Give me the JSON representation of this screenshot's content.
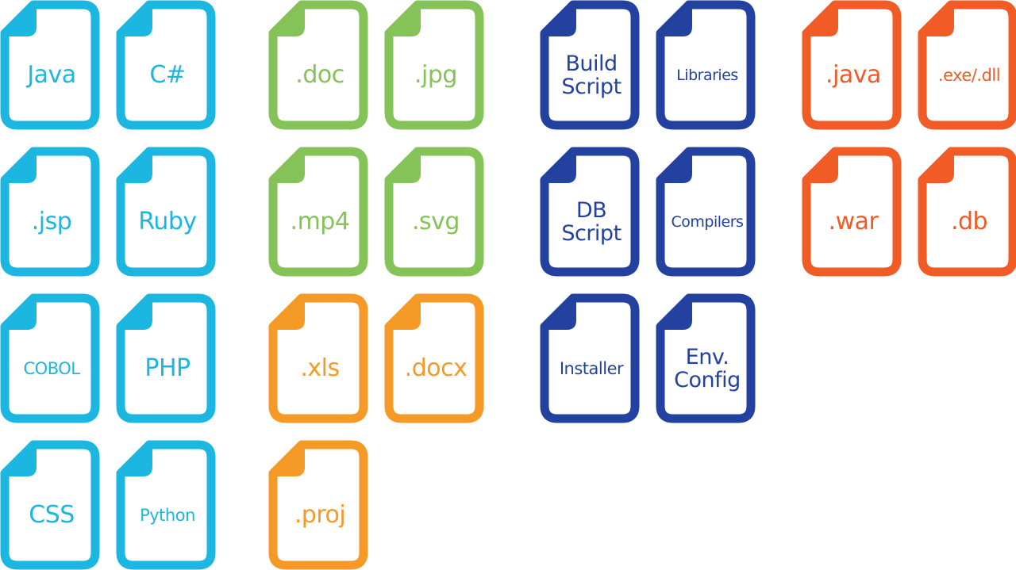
{
  "colors": {
    "cyan": "#1bb7e0",
    "green": "#85c258",
    "orange": "#f59a27",
    "navy": "#2342a0",
    "red": "#f05b26"
  },
  "icons": [
    {
      "label": "Java",
      "color": "cyan",
      "size": "l",
      "icon": "file-icon"
    },
    {
      "label": "C#",
      "color": "cyan",
      "size": "l",
      "icon": "file-icon"
    },
    {
      "label": ".jsp",
      "color": "cyan",
      "size": "l",
      "icon": "file-icon"
    },
    {
      "label": "Ruby",
      "color": "cyan",
      "size": "l",
      "icon": "file-icon"
    },
    {
      "label": "COBOL",
      "color": "cyan",
      "size": "s",
      "icon": "file-icon"
    },
    {
      "label": "PHP",
      "color": "cyan",
      "size": "l",
      "icon": "file-icon"
    },
    {
      "label": "CSS",
      "color": "cyan",
      "size": "l",
      "icon": "file-icon"
    },
    {
      "label": "Python",
      "color": "cyan",
      "size": "s",
      "icon": "file-icon"
    },
    {
      "label": ".doc",
      "color": "green",
      "size": "l",
      "icon": "file-icon"
    },
    {
      "label": ".jpg",
      "color": "green",
      "size": "l",
      "icon": "file-icon"
    },
    {
      "label": ".mp4",
      "color": "green",
      "size": "l",
      "icon": "file-icon"
    },
    {
      "label": ".svg",
      "color": "green",
      "size": "l",
      "icon": "file-icon"
    },
    {
      "label": ".xls",
      "color": "orange",
      "size": "l",
      "icon": "file-icon"
    },
    {
      "label": ".docx",
      "color": "orange",
      "size": "l",
      "icon": "file-icon"
    },
    {
      "label": ".proj",
      "color": "orange",
      "size": "l",
      "icon": "file-icon"
    },
    {
      "label": "Build\nScript",
      "color": "navy",
      "size": "m",
      "icon": "file-icon"
    },
    {
      "label": "Libraries",
      "color": "navy",
      "size": "xs",
      "icon": "file-icon"
    },
    {
      "label": "DB\nScript",
      "color": "navy",
      "size": "m",
      "icon": "file-icon"
    },
    {
      "label": "Compilers",
      "color": "navy",
      "size": "xs",
      "icon": "file-icon"
    },
    {
      "label": "Installer",
      "color": "navy",
      "size": "s",
      "icon": "file-icon"
    },
    {
      "label": "Env.\nConfig",
      "color": "navy",
      "size": "m",
      "icon": "file-icon"
    },
    {
      "label": ".java",
      "color": "red",
      "size": "l",
      "icon": "file-icon"
    },
    {
      "label": ".exe/.dll",
      "color": "red",
      "size": "s",
      "icon": "file-icon"
    },
    {
      "label": ".war",
      "color": "red",
      "size": "l",
      "icon": "file-icon"
    },
    {
      "label": ".db",
      "color": "red",
      "size": "l",
      "icon": "file-icon"
    }
  ]
}
